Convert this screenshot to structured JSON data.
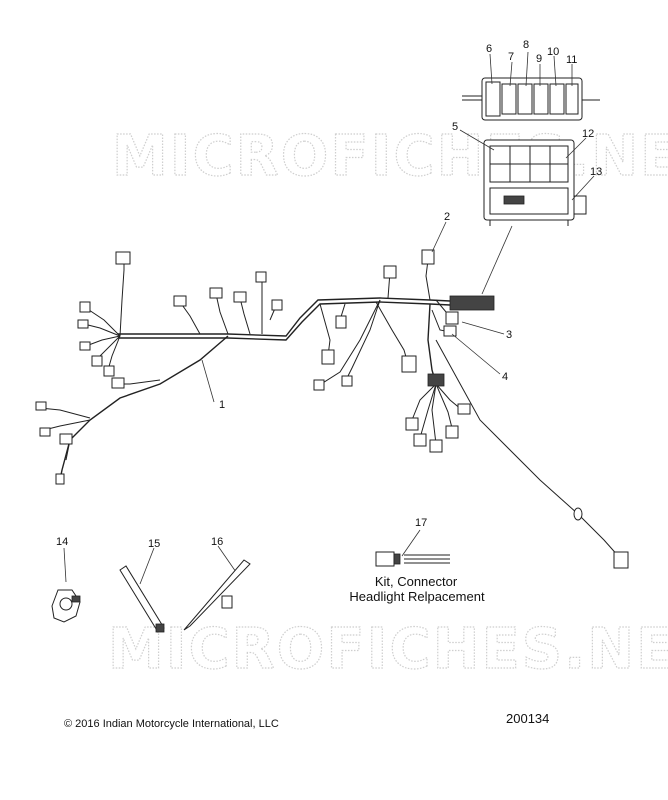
{
  "watermark": "MICROFICHES.NET",
  "callouts": [
    "1",
    "2",
    "3",
    "4",
    "5",
    "6",
    "7",
    "8",
    "9",
    "10",
    "11",
    "12",
    "13",
    "14",
    "15",
    "16",
    "17"
  ],
  "kit": {
    "line1": "Kit, Connector",
    "line2": "Headlight Relpacement"
  },
  "footer": {
    "copyright": "© 2016 Indian Motorcycle International, LLC",
    "doc_number": "200134"
  }
}
